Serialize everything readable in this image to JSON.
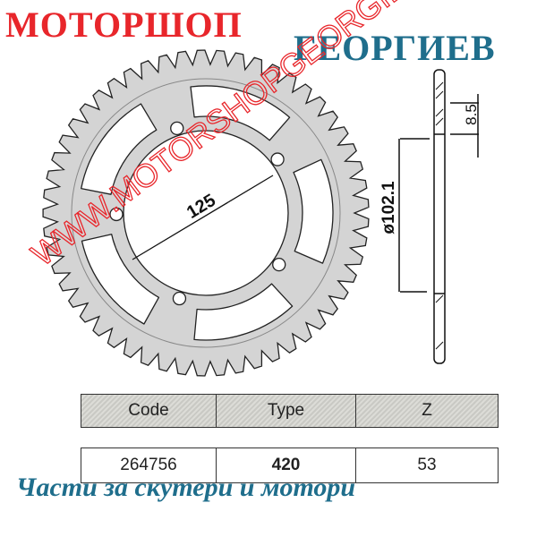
{
  "brand": {
    "line1": "МОТОРШОП",
    "line2": "ГЕОРГИЕВ",
    "tagline": "Части за скутери и мотори"
  },
  "watermark": "WWW.MOTORSHOPGEORGIEV.EU",
  "diagram": {
    "teeth": 53,
    "bolt_circle_label": "125",
    "center_bore_label": "ø102.1",
    "thickness_label": "8.5"
  },
  "table": {
    "headers": [
      "Code",
      "Type",
      "Z"
    ],
    "rows": [
      [
        "264756",
        "420",
        "53"
      ]
    ]
  },
  "colors": {
    "red": "#e8262b",
    "teal": "#1f6e8c",
    "steel": "#d4d4d4"
  }
}
